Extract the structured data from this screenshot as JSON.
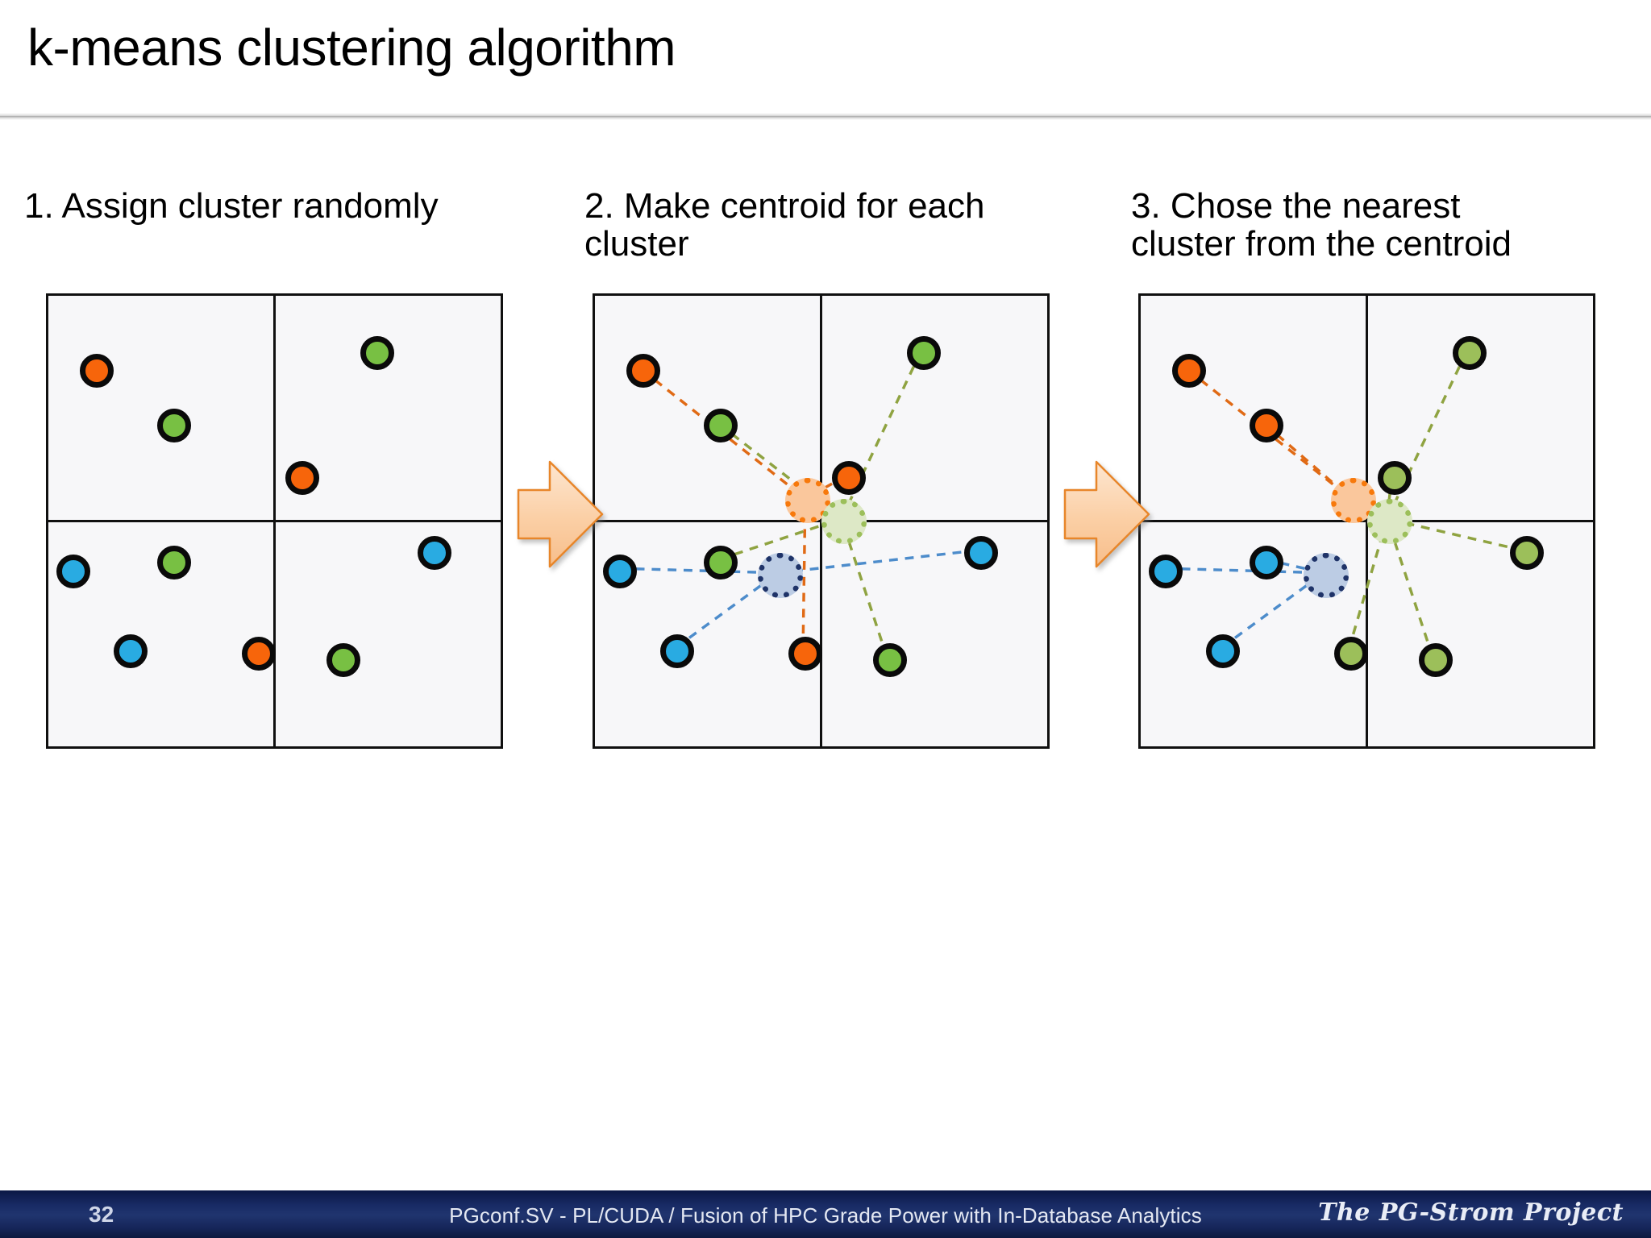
{
  "slide": {
    "title": "k-means clustering algorithm",
    "page_number": "32"
  },
  "footer": {
    "page_number": "32",
    "center_text": "PGconf.SV - PL/CUDA / Fusion of HPC Grade Power with In-Database Analytics",
    "brand": "The PG-Strom Project"
  },
  "arrows": {
    "arrow_1_name": "right-arrow",
    "arrow_2_name": "right-arrow",
    "fill": "#FBD3AE",
    "stroke": "#E8862A"
  },
  "colors": {
    "orange": "#F7650B",
    "green_bright": "#78C043",
    "green_olive": "#9CBF5A",
    "blue": "#29ABE2",
    "centroid_orange_fill": "#FAC79C",
    "centroid_orange_border": "#F7790C",
    "centroid_green_fill": "#DDE8C6",
    "centroid_green_border": "#9CBF5A",
    "centroid_blue_fill": "#BCCCE4",
    "centroid_blue_border": "#1F3368",
    "dot_outline": "#0A0A0A",
    "panel_bg": "#F7F7F9",
    "panel_border": "#101010",
    "footer_bg": "#16265A"
  },
  "steps": [
    {
      "id": "step-1",
      "label": "1. Assign cluster randomly",
      "panel_name": "panel-assign-random"
    },
    {
      "id": "step-2",
      "label": "2. Make centroid for each\ncluster",
      "panel_name": "panel-make-centroid"
    },
    {
      "id": "step-3",
      "label": "3. Chose the nearest\ncluster from the centroid",
      "panel_name": "panel-chose-nearest"
    }
  ],
  "chart_data": {
    "type": "scatter",
    "title": "k-means clustering algorithm",
    "xlabel": "",
    "ylabel": "",
    "xlim": [
      0,
      100
    ],
    "ylim": [
      0,
      100
    ],
    "grid": "quadrant-cross",
    "legend": "none",
    "note": "Three scatter panels on a shared 0-100 x 0-100 field divided into four quadrants by a vertical and a horizontal axis at 50. Nine identical data points appear in every panel; only their cluster colors change. Panels 2 and 3 add three cluster centroids with dashed membership links.",
    "panels": [
      {
        "name": "panel-assign-random",
        "step": 1,
        "points": [
          {
            "id": "p1",
            "x": 10.5,
            "y": 83.5,
            "cluster": "orange",
            "color": "#F7650B"
          },
          {
            "id": "p2",
            "x": 27.5,
            "y": 71.5,
            "cluster": "green",
            "color": "#78C043"
          },
          {
            "id": "p3",
            "x": 72.0,
            "y": 87.5,
            "cluster": "green",
            "color": "#78C043"
          },
          {
            "id": "p4",
            "x": 55.5,
            "y": 60.0,
            "cluster": "orange",
            "color": "#F7650B"
          },
          {
            "id": "p5",
            "x": 5.5,
            "y": 39.5,
            "cluster": "blue",
            "color": "#29ABE2"
          },
          {
            "id": "p6",
            "x": 27.5,
            "y": 41.5,
            "cluster": "green",
            "color": "#78C043"
          },
          {
            "id": "p7",
            "x": 84.5,
            "y": 43.5,
            "cluster": "blue",
            "color": "#29ABE2"
          },
          {
            "id": "p8",
            "x": 18.0,
            "y": 22.0,
            "cluster": "blue",
            "color": "#29ABE2"
          },
          {
            "id": "p9",
            "x": 46.0,
            "y": 21.5,
            "cluster": "orange",
            "color": "#F7650B"
          },
          {
            "id": "p10",
            "x": 64.5,
            "y": 20.0,
            "cluster": "green",
            "color": "#78C043"
          }
        ],
        "centroids": [],
        "links": []
      },
      {
        "name": "panel-make-centroid",
        "step": 2,
        "points": [
          {
            "id": "p1",
            "x": 10.5,
            "y": 83.5,
            "cluster": "orange",
            "color": "#F7650B"
          },
          {
            "id": "p2",
            "x": 27.5,
            "y": 71.5,
            "cluster": "green",
            "color": "#78C043"
          },
          {
            "id": "p3",
            "x": 72.0,
            "y": 87.5,
            "cluster": "green",
            "color": "#78C043"
          },
          {
            "id": "p4",
            "x": 55.5,
            "y": 60.0,
            "cluster": "orange",
            "color": "#F7650B"
          },
          {
            "id": "p5",
            "x": 5.5,
            "y": 39.5,
            "cluster": "blue",
            "color": "#29ABE2"
          },
          {
            "id": "p6",
            "x": 27.5,
            "y": 41.5,
            "cluster": "green",
            "color": "#78C043"
          },
          {
            "id": "p7",
            "x": 84.5,
            "y": 43.5,
            "cluster": "blue",
            "color": "#29ABE2"
          },
          {
            "id": "p8",
            "x": 18.0,
            "y": 22.0,
            "cluster": "blue",
            "color": "#29ABE2"
          },
          {
            "id": "p9",
            "x": 46.0,
            "y": 21.5,
            "cluster": "orange",
            "color": "#F7650B"
          },
          {
            "id": "p10",
            "x": 64.5,
            "y": 20.0,
            "cluster": "green",
            "color": "#78C043"
          }
        ],
        "centroids": [
          {
            "id": "c-orange",
            "x": 46.5,
            "y": 55.0,
            "cluster": "orange",
            "fill": "#FAC79C",
            "border": "#F7790C"
          },
          {
            "id": "c-green",
            "x": 54.5,
            "y": 50.5,
            "cluster": "green",
            "fill": "#DDE8C6",
            "border": "#9CBF5A"
          },
          {
            "id": "c-blue",
            "x": 40.5,
            "y": 38.5,
            "cluster": "blue",
            "fill": "#BCCCE4",
            "border": "#1F3368"
          }
        ],
        "links": [
          {
            "from": "p1",
            "to": "c-orange",
            "cluster": "orange"
          },
          {
            "from": "p4",
            "to": "c-orange",
            "cluster": "orange"
          },
          {
            "from": "p9",
            "to": "c-orange",
            "cluster": "orange"
          },
          {
            "from": "p2",
            "to": "c-green",
            "cluster": "green"
          },
          {
            "from": "p3",
            "to": "c-green",
            "cluster": "green"
          },
          {
            "from": "p6",
            "to": "c-green",
            "cluster": "green"
          },
          {
            "from": "p10",
            "to": "c-green",
            "cluster": "green"
          },
          {
            "from": "p5",
            "to": "c-blue",
            "cluster": "blue"
          },
          {
            "from": "p7",
            "to": "c-blue",
            "cluster": "blue"
          },
          {
            "from": "p8",
            "to": "c-blue",
            "cluster": "blue"
          }
        ]
      },
      {
        "name": "panel-chose-nearest",
        "step": 3,
        "points": [
          {
            "id": "p1",
            "x": 10.5,
            "y": 83.5,
            "cluster": "orange",
            "color": "#F7650B"
          },
          {
            "id": "p2",
            "x": 27.5,
            "y": 71.5,
            "cluster": "orange",
            "color": "#F7650B"
          },
          {
            "id": "p3",
            "x": 72.0,
            "y": 87.5,
            "cluster": "green",
            "color": "#9CBF5A"
          },
          {
            "id": "p4",
            "x": 55.5,
            "y": 60.0,
            "cluster": "green",
            "color": "#9CBF5A"
          },
          {
            "id": "p5",
            "x": 5.5,
            "y": 39.5,
            "cluster": "blue",
            "color": "#29ABE2"
          },
          {
            "id": "p6",
            "x": 27.5,
            "y": 41.5,
            "cluster": "blue",
            "color": "#29ABE2"
          },
          {
            "id": "p7",
            "x": 84.5,
            "y": 43.5,
            "cluster": "green",
            "color": "#9CBF5A"
          },
          {
            "id": "p8",
            "x": 18.0,
            "y": 22.0,
            "cluster": "blue",
            "color": "#29ABE2"
          },
          {
            "id": "p9",
            "x": 46.0,
            "y": 21.5,
            "cluster": "green",
            "color": "#9CBF5A"
          },
          {
            "id": "p10",
            "x": 64.5,
            "y": 20.0,
            "cluster": "green",
            "color": "#9CBF5A"
          }
        ],
        "centroids": [
          {
            "id": "c-orange",
            "x": 46.5,
            "y": 55.0,
            "cluster": "orange",
            "fill": "#FAC79C",
            "border": "#F7790C"
          },
          {
            "id": "c-green",
            "x": 54.5,
            "y": 50.5,
            "cluster": "green",
            "fill": "#DDE8C6",
            "border": "#9CBF5A"
          },
          {
            "id": "c-blue",
            "x": 40.5,
            "y": 38.5,
            "cluster": "blue",
            "fill": "#BCCCE4",
            "border": "#1F3368"
          }
        ],
        "links": [
          {
            "from": "p1",
            "to": "c-orange",
            "cluster": "orange"
          },
          {
            "from": "p2",
            "to": "c-orange",
            "cluster": "orange"
          },
          {
            "from": "p3",
            "to": "c-green",
            "cluster": "green"
          },
          {
            "from": "p4",
            "to": "c-green",
            "cluster": "green"
          },
          {
            "from": "p7",
            "to": "c-green",
            "cluster": "green"
          },
          {
            "from": "p9",
            "to": "c-green",
            "cluster": "green"
          },
          {
            "from": "p10",
            "to": "c-green",
            "cluster": "green"
          },
          {
            "from": "p5",
            "to": "c-blue",
            "cluster": "blue"
          },
          {
            "from": "p6",
            "to": "c-blue",
            "cluster": "blue"
          },
          {
            "from": "p8",
            "to": "c-blue",
            "cluster": "blue"
          }
        ]
      }
    ],
    "link_colors": {
      "orange": "#E06A15",
      "green": "#8FA341",
      "blue": "#4D8CCB"
    }
  }
}
